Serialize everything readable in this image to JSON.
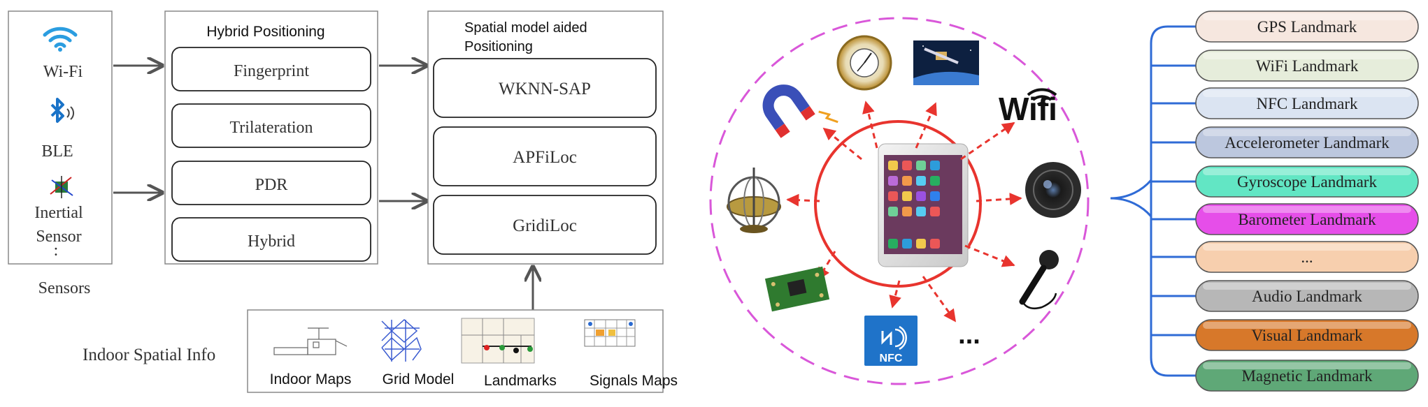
{
  "left": {
    "sensors": {
      "wifi_label": "Wi-Fi",
      "ble_label": "BLE",
      "inertial_label_1": "Inertial",
      "inertial_label_2": "Sensor",
      "more": ":",
      "caption": "Sensors"
    },
    "hybrid": {
      "title": "Hybrid Positioning",
      "methods": [
        "Fingerprint",
        "Trilateration",
        "PDR",
        "Hybrid"
      ]
    },
    "spatial": {
      "title_1": "Spatial model aided",
      "title_2": "Positioning",
      "methods": [
        "WKNN-SAP",
        "APFiLoc",
        "GridiLoc"
      ]
    },
    "indoor": {
      "caption": "Indoor Spatial Info",
      "items": [
        "Indoor Maps",
        "Grid Model",
        "Landmarks",
        "Signals Maps"
      ]
    }
  },
  "middle": {
    "wifi_text": "Wifi",
    "nfc_text": "NFC",
    "more": "..."
  },
  "right": {
    "landmarks": [
      {
        "label": "GPS Landmark",
        "color": "#f6e7df"
      },
      {
        "label": "WiFi Landmark",
        "color": "#e6eddb"
      },
      {
        "label": "NFC Landmark",
        "color": "#dbe4f2"
      },
      {
        "label": "Accelerometer Landmark",
        "color": "#bcc7de"
      },
      {
        "label": "Gyroscope Landmark",
        "color": "#62e6c4"
      },
      {
        "label": "Barometer Landmark",
        "color": "#e64ee9"
      },
      {
        "label": "...",
        "color": "#f7cfae"
      },
      {
        "label": "Audio Landmark",
        "color": "#b7b7b7"
      },
      {
        "label": "Visual Landmark",
        "color": "#d7782a"
      },
      {
        "label": "Magnetic Landmark",
        "color": "#5fa877"
      }
    ]
  },
  "colors": {
    "arrow_gray": "#555555",
    "dashed_magenta": "#d957d9",
    "red": "#e8342e",
    "tree_blue": "#2f6bd6"
  }
}
